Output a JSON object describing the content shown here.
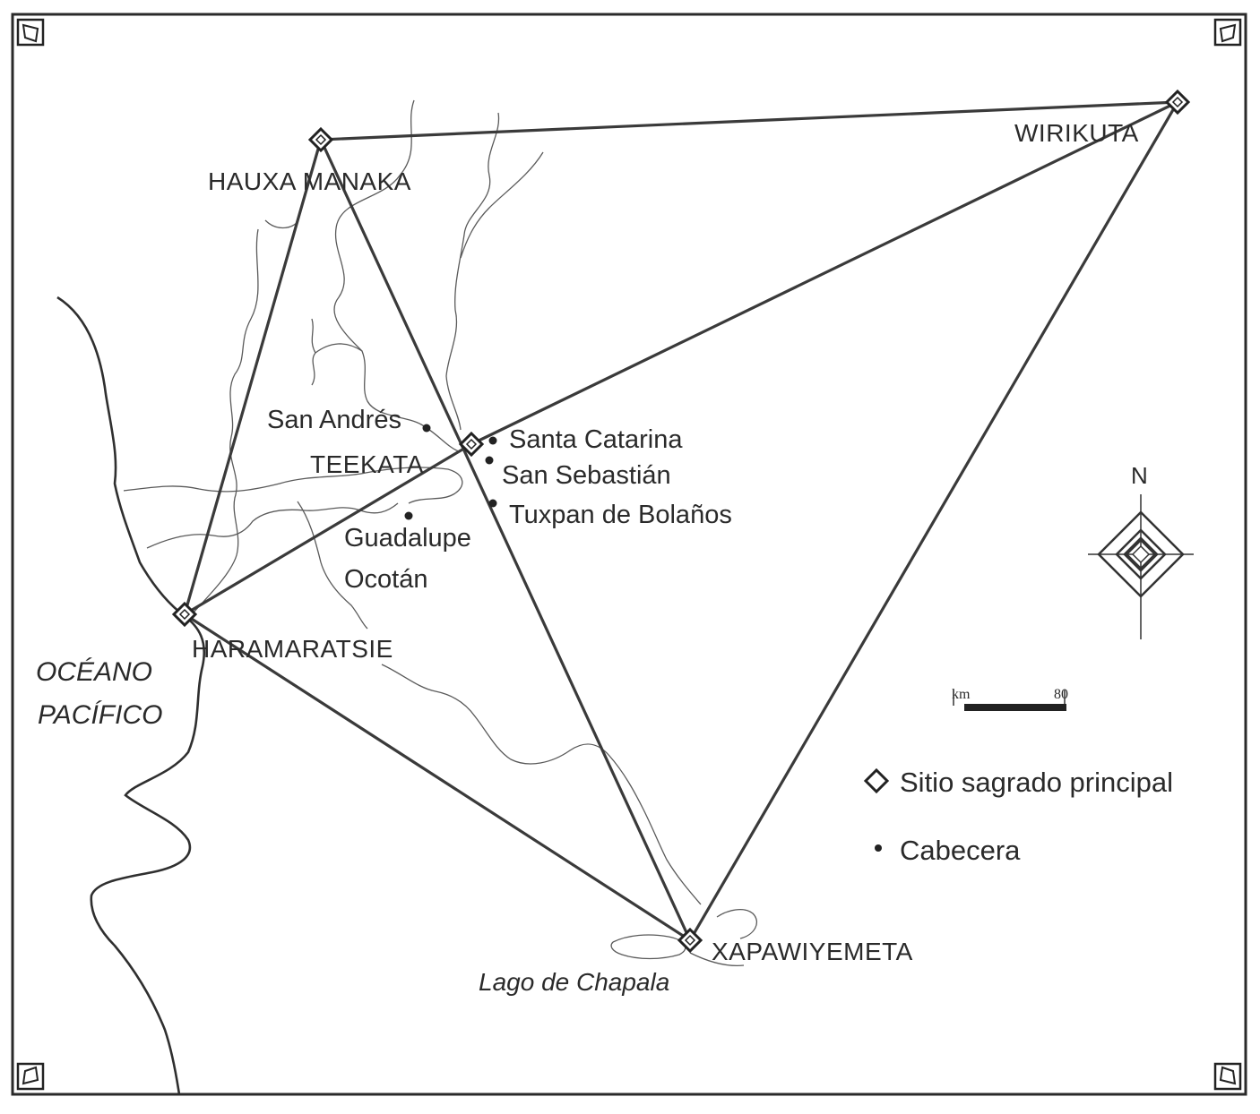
{
  "sacred_sites": [
    {
      "id": "hauxamanaka",
      "name": "HAUXA MANAKA"
    },
    {
      "id": "wirikuta",
      "name": "WIRIKUTA"
    },
    {
      "id": "teekata",
      "name": "TEEKATA"
    },
    {
      "id": "haramaratsie",
      "name": "HARAMARATSIE"
    },
    {
      "id": "xapawiyemeta",
      "name": "XAPAWIYEMETA"
    }
  ],
  "towns": [
    {
      "id": "san-andres",
      "name": "San Andrés"
    },
    {
      "id": "santa-catarina",
      "name": "Santa Catarina"
    },
    {
      "id": "san-sebastian",
      "name": "San Sebastián"
    },
    {
      "id": "tuxpan",
      "name": "Tuxpan de Bolaños"
    },
    {
      "id": "guadalupe",
      "name": "Guadalupe"
    },
    {
      "id": "ocotan",
      "name": "Ocotán"
    }
  ],
  "water": {
    "ocean_line1": "OCÉANO",
    "ocean_line2": "PACÍFICO",
    "lake": "Lago de Chapala"
  },
  "compass": {
    "north": "N"
  },
  "scale": {
    "unit": "km",
    "value": "80"
  },
  "legend": {
    "sacred": "Sitio sagrado principal",
    "town": "Cabecera"
  }
}
